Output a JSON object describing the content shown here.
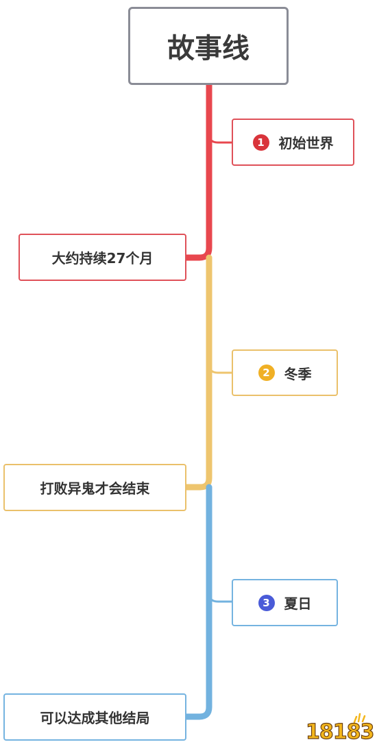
{
  "title": "故事线",
  "colors": {
    "red": "#df5058",
    "yellow": "#eac06a",
    "blue": "#74b3e0",
    "badge_red": "#d9343b",
    "badge_yellow": "#f0b025",
    "badge_blue": "#4a5bd8",
    "root_border": "#8a8c96"
  },
  "stages": [
    {
      "number": "1",
      "label": "初始世界",
      "note": "大约持续27个月"
    },
    {
      "number": "2",
      "label": "冬季",
      "note": "打败异鬼才会结束"
    },
    {
      "number": "3",
      "label": "夏日",
      "note": "可以达成其他结局"
    }
  ],
  "watermark": {
    "text": "18183"
  }
}
